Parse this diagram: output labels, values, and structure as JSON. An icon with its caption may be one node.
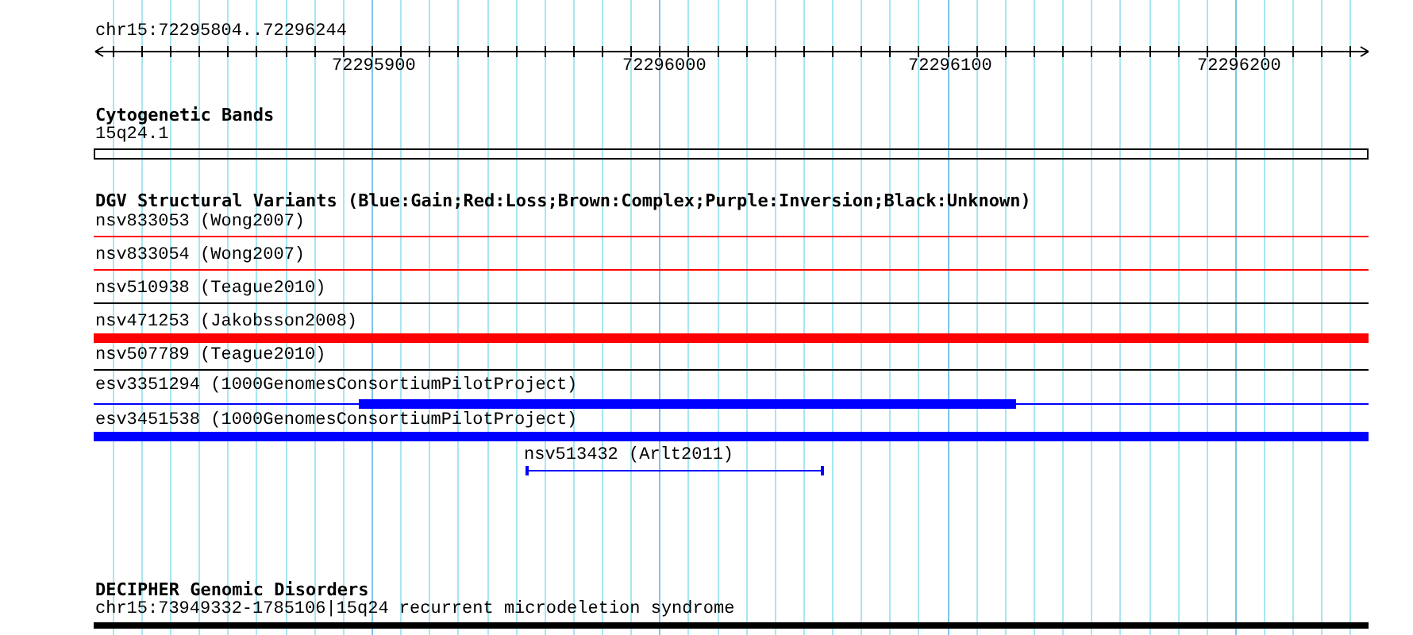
{
  "diagram": {
    "nodes": [
      {
        "text": [
          "Cytogenetic Bands"
        ]
      },
      {
        "text": [
          "15q24.1"
        ],
        "in": 0
      },
      {
        "text": [
          "DGV Structural Variants (Blue:Gain;Red:Loss;Brown:Complex;Purple:Inversion;Black:Unknown)"
        ]
      },
      {
        "text": [
          "nsv833053 (Wong2007)"
        ],
        "in": 2
      },
      {
        "text": [
          "nsv833054 (Wong2007)"
        ],
        "in": 2
      },
      {
        "text": [
          "nsv510938 (Teague2010)"
        ],
        "in": 2
      },
      {
        "text": [
          "nsv471253 (Jakobsson2008)"
        ],
        "in": 2
      },
      {
        "text": [
          "nsv507789 (Teague2010)"
        ],
        "in": 2
      },
      {
        "text": [
          "esv3351294 (1000GenomesConsortiumPilotProject)"
        ],
        "in": 2
      },
      {
        "text": [
          "esv3451538 (1000GenomesConsortiumPilotProject)"
        ],
        "in": 2
      },
      {
        "text": [
          "nsv513432 (Arlt2011)"
        ],
        "in": 2
      },
      {
        "text": [
          "DECIPHER Genomic Disorders"
        ]
      },
      {
        "text": [
          "chr15:73949332-1785106|15q24 recurrent microdeletion syndrome"
        ],
        "in": 11
      }
    ],
    "edges": [],
    "labels": [
      "chr15:72295804..72296244",
      "72295900",
      "72296000",
      "72296100",
      "72296200"
    ]
  }
}
